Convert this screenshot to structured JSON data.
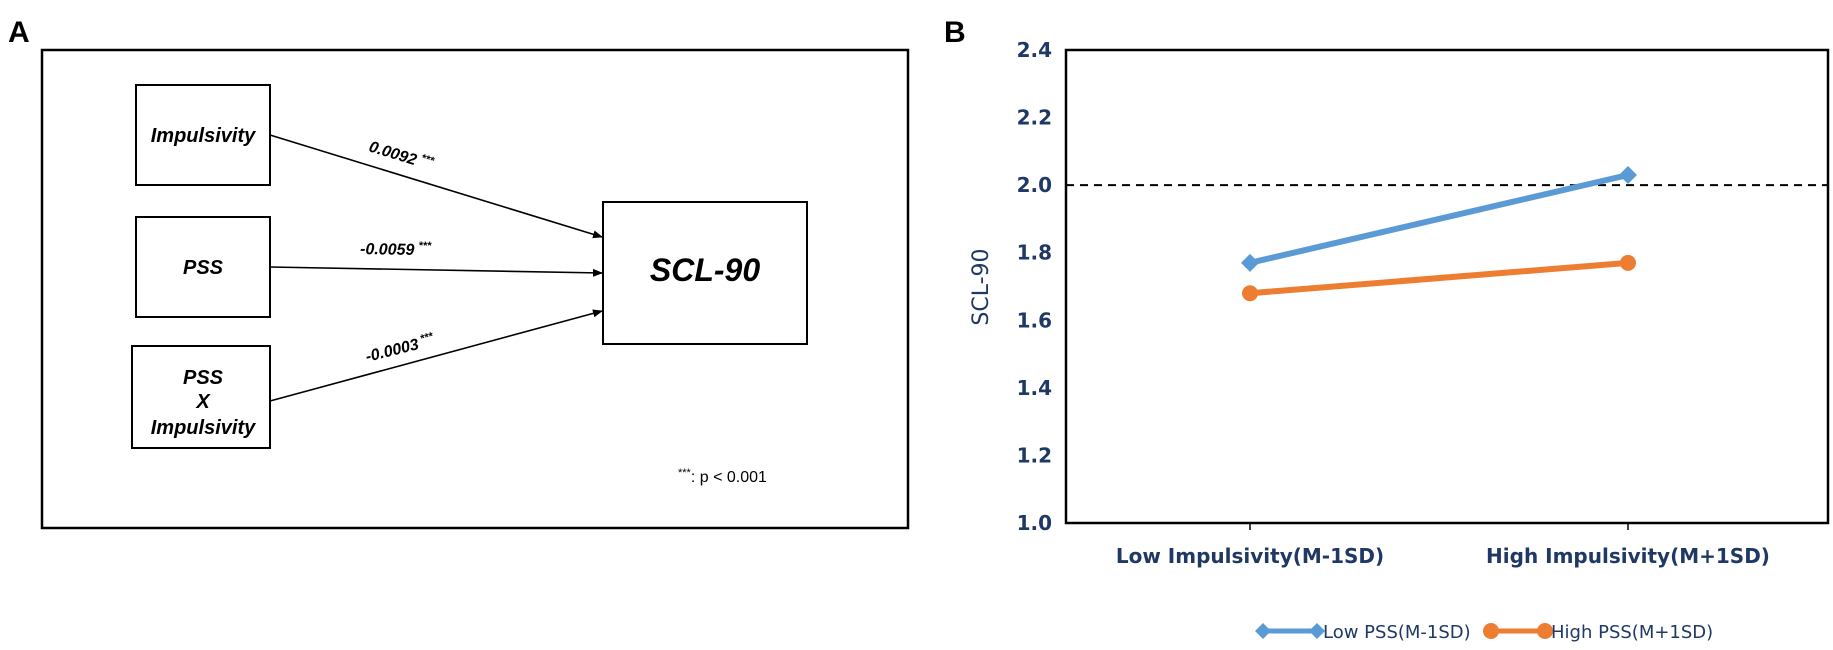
{
  "panel_a": {
    "letter": "A",
    "nodes": {
      "impulsivity": "Impulsivity",
      "pss": "PSS",
      "interaction_line1": "PSS",
      "interaction_line2": "X",
      "interaction_line3": "Impulsivity",
      "outcome": "SCL-90"
    },
    "coefficients": {
      "impulsivity": "0.0092",
      "pss": "-0.0059",
      "interaction": "-0.0003"
    },
    "significance_mark": "***",
    "note_mark": "***",
    "note_text": ": p < 0.001"
  },
  "panel_b": {
    "letter": "B"
  },
  "chart_data": {
    "type": "line",
    "title": "",
    "xlabel": "",
    "ylabel": "SCL-90",
    "categories": [
      "Low Impulsivity(M-1SD)",
      "High Impulsivity(M+1SD)"
    ],
    "ylim": [
      1.0,
      2.4
    ],
    "yticks": [
      "1.0",
      "1.2",
      "1.4",
      "1.6",
      "1.8",
      "2.0",
      "2.2",
      "2.4"
    ],
    "reference_line": {
      "y": 2.0,
      "style": "dashed",
      "color": "#000000"
    },
    "grid": false,
    "legend_placement": "bottom",
    "series": [
      {
        "name": "Low PSS(M-1SD)",
        "values": [
          1.77,
          2.03
        ],
        "color": "#5b9bd5",
        "marker": "diamond"
      },
      {
        "name": "High PSS(M+1SD)",
        "values": [
          1.68,
          1.77
        ],
        "color": "#ed7d31",
        "marker": "circle"
      }
    ]
  }
}
